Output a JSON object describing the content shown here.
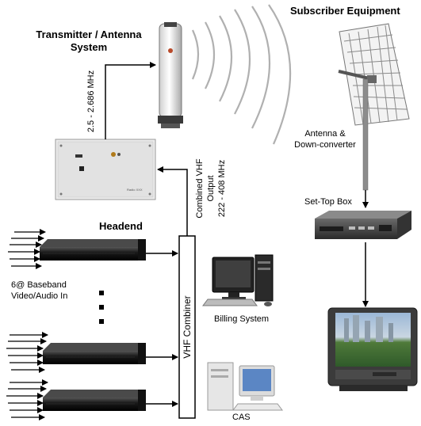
{
  "labels": {
    "transmitter": "Transmitter / Antenna\nSystem",
    "subscriber": "Subscriber Equipment",
    "freq_tx": "2.5 - 2.686 MHz",
    "combined": "Combined VHF\nOutput\n222 - 408 MHz",
    "headend": "Headend",
    "baseband": "6@ Baseband\nVideo/Audio In",
    "antenna_dc": "Antenna &\nDown-converter",
    "settop": "Set-Top Box",
    "billing": "Billing System",
    "cas": "CAS",
    "vhf_combiner": "VHF Combiner",
    "tx_plate": "Radio XXX"
  },
  "icons": {
    "antenna_tower": "antenna-mast-icon",
    "waves": "radio-waves-icon",
    "grid_dish": "grid-antenna-icon",
    "transmitter": "transmitter-rack-icon",
    "modulator": "modulator-rack-icon",
    "settop": "settop-box-icon",
    "tv": "television-icon",
    "pc": "desktop-computer-icon"
  },
  "colors": {
    "line": "#000000",
    "rack": "#1a1a1a",
    "tx_panel": "#e9e9e9"
  }
}
